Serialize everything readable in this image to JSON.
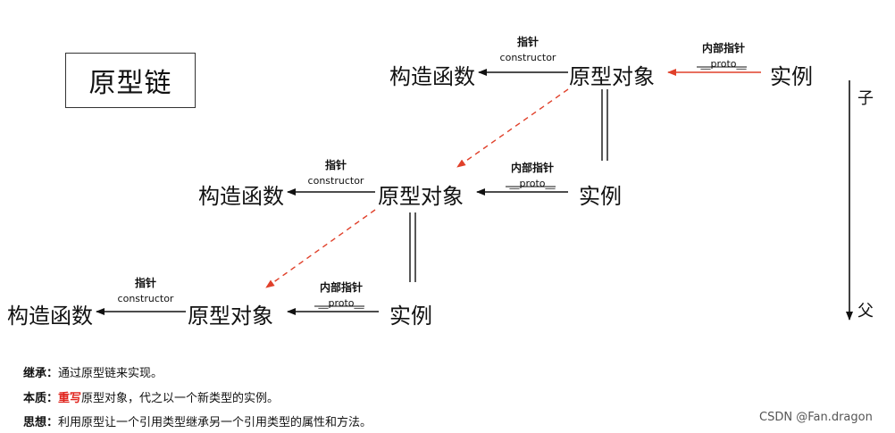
{
  "title": "原型链",
  "labels": {
    "pointer": "指针",
    "constructor": "constructor",
    "inner_pointer": "内部指针",
    "proto": "__proto__"
  },
  "levels": [
    {
      "constructor": "构造函数",
      "prototype": "原型对象",
      "instance": "实例"
    },
    {
      "constructor": "构造函数",
      "prototype": "原型对象",
      "instance": "实例"
    },
    {
      "constructor": "构造函数",
      "prototype": "原型对象",
      "instance": "实例"
    }
  ],
  "side": {
    "top": "子",
    "bottom": "父"
  },
  "notes": [
    {
      "label": "继承：",
      "text": "通过原型链来实现。"
    },
    {
      "label": "本质：",
      "highlight": "重写",
      "text": "原型对象，代之以一个新类型的实例。"
    },
    {
      "label": "思想：",
      "text": "利用原型让一个引用类型继承另一个引用类型的属性和方法。"
    }
  ],
  "colors": {
    "red_arrow": "#e0402a",
    "highlight": "#e0231c",
    "line": "#111111"
  },
  "watermark": "CSDN @Fan.dragon"
}
